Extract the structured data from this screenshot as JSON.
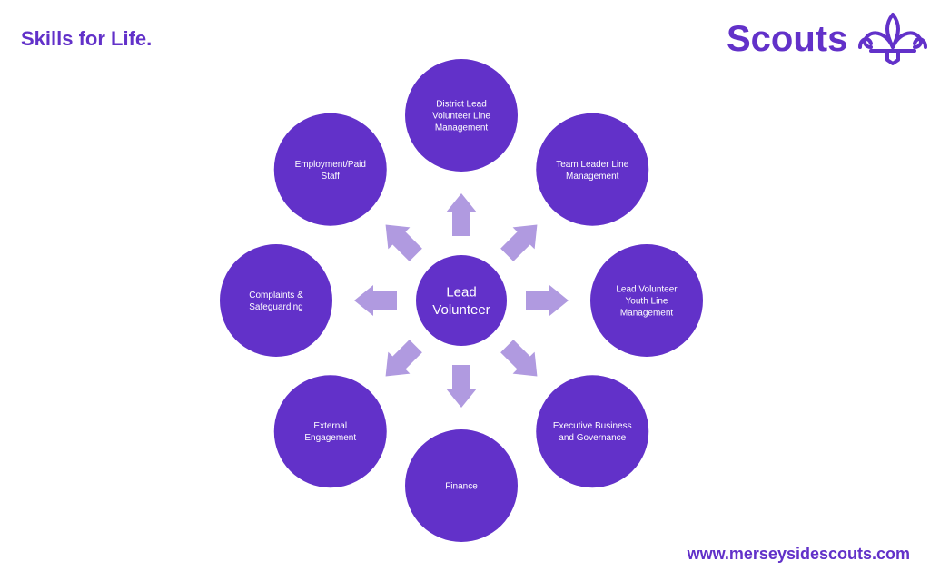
{
  "header": {
    "tagline": "Skills for Life.",
    "logo_text": "Scouts",
    "logo_icon": "fleur-de-lis-icon"
  },
  "footer": {
    "url": "www.merseysidescouts.com"
  },
  "colors": {
    "primary": "#6231c9",
    "arrow": "#b09ae0",
    "text": "#ffffff"
  },
  "diagram": {
    "center": {
      "lines": [
        "Lead",
        "Volunteer"
      ]
    },
    "nodes": [
      {
        "id": "district-lead-volunteer-line-management",
        "lines": [
          "District Lead",
          "Volunteer Line",
          "Management"
        ]
      },
      {
        "id": "team-leader-line-management",
        "lines": [
          "Team Leader Line",
          "Management"
        ]
      },
      {
        "id": "lead-volunteer-youth-line-management",
        "lines": [
          "Lead Volunteer",
          "Youth Line",
          "Management"
        ]
      },
      {
        "id": "executive-business-and-governance",
        "lines": [
          "Executive Business",
          "and Governance"
        ]
      },
      {
        "id": "finance",
        "lines": [
          "Finance"
        ]
      },
      {
        "id": "external-engagement",
        "lines": [
          "External",
          "Engagement"
        ]
      },
      {
        "id": "complaints-and-safeguarding",
        "lines": [
          "Complaints &",
          "Safeguarding"
        ]
      },
      {
        "id": "employment-paid-staff",
        "lines": [
          "Employment/Paid",
          "Staff"
        ]
      }
    ]
  }
}
